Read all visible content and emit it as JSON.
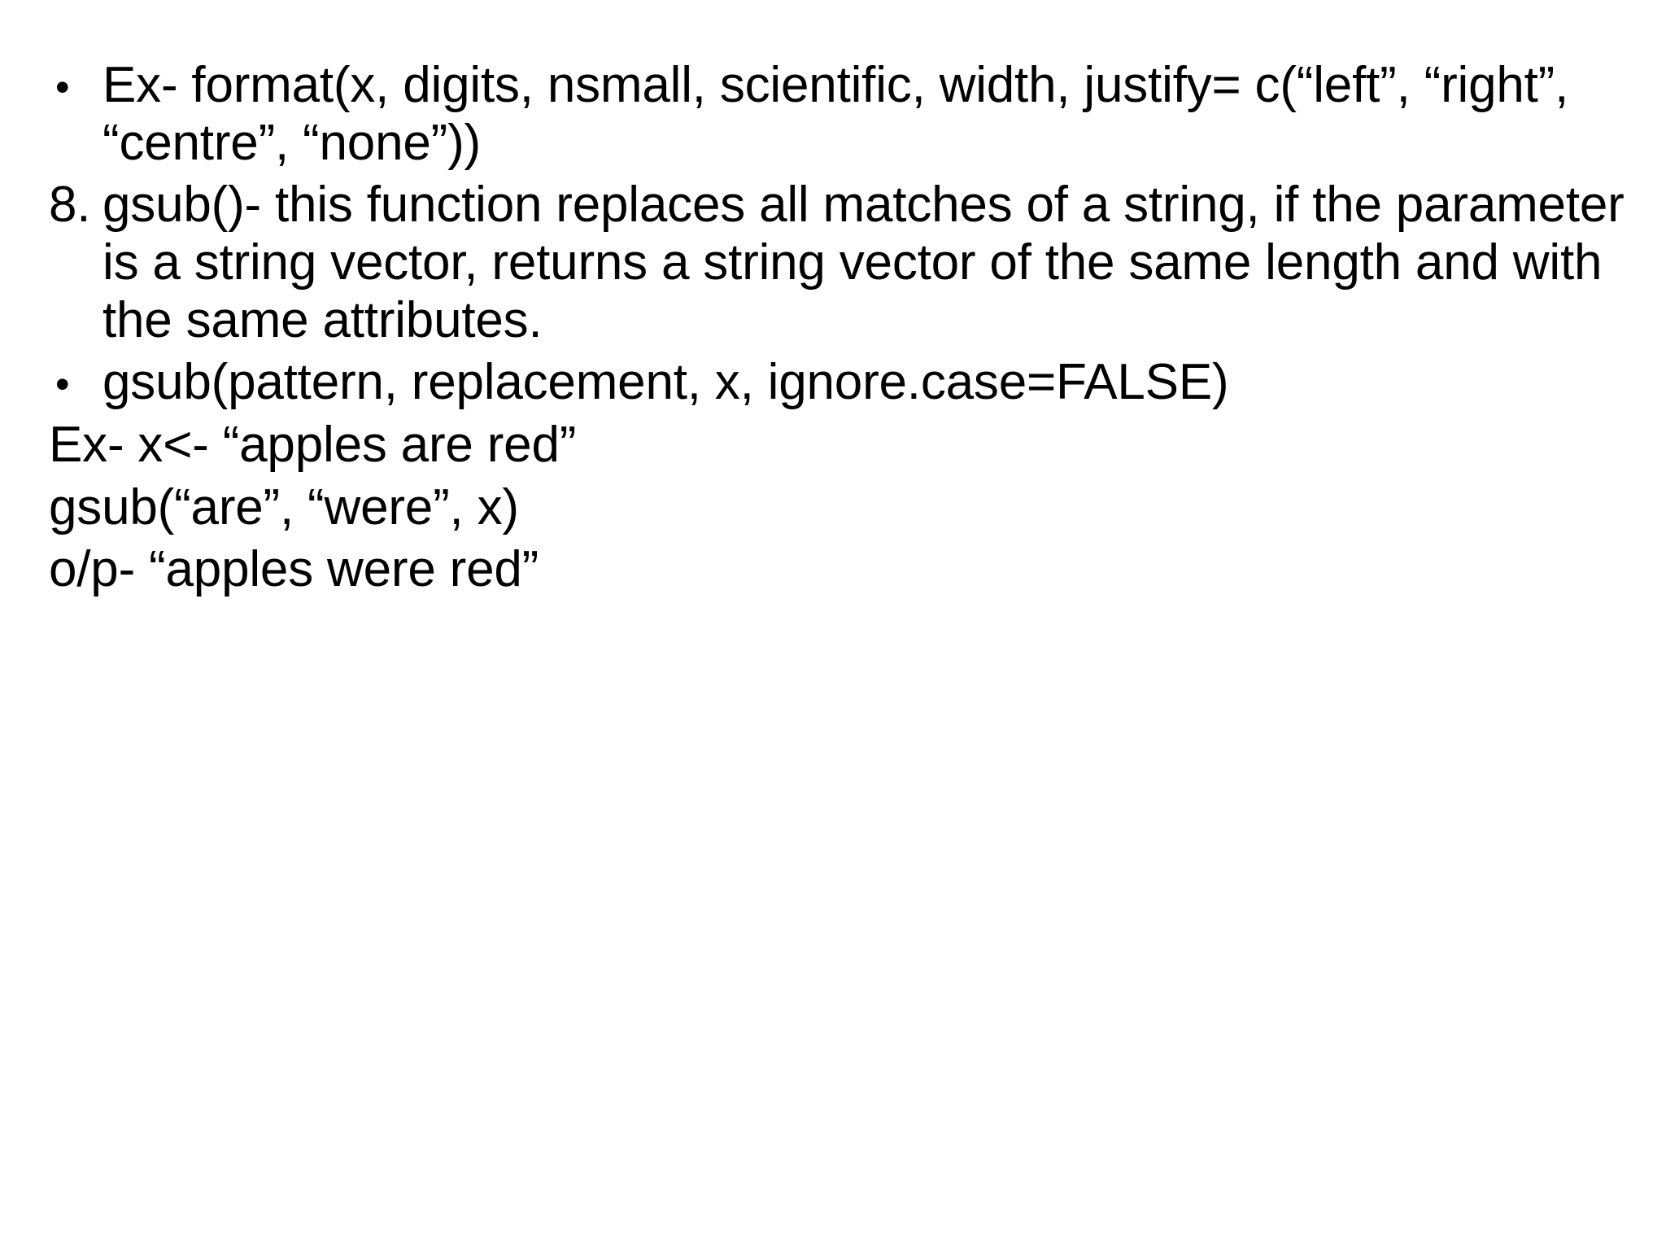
{
  "slide": {
    "background_color": "#ffffff",
    "text_color": "#000000",
    "bullet_glyph": "•",
    "blocks": [
      {
        "kind": "bullet",
        "name": "format-example",
        "text": "Ex- format(x, digits, nsmall, scientific, width, justify= c(“left”, “right”, “centre”, “none”))"
      },
      {
        "kind": "numbered",
        "name": "gsub-definition",
        "number": "8.",
        "text": "gsub()- this function replaces all matches of a string, if the parameter is a string vector, returns a string vector of the same length and with the same attributes."
      },
      {
        "kind": "bullet",
        "name": "gsub-signature",
        "text": "gsub(pattern, replacement, x, ignore.case=FALSE)"
      },
      {
        "kind": "plain",
        "name": "gsub-example-assign",
        "text": "Ex-   x<- “apples are red”"
      },
      {
        "kind": "plain",
        "name": "gsub-example-call",
        "text": "gsub(“are”, “were”, x)"
      },
      {
        "kind": "plain",
        "name": "gsub-example-output",
        "text": "o/p- “apples were red”"
      }
    ]
  }
}
